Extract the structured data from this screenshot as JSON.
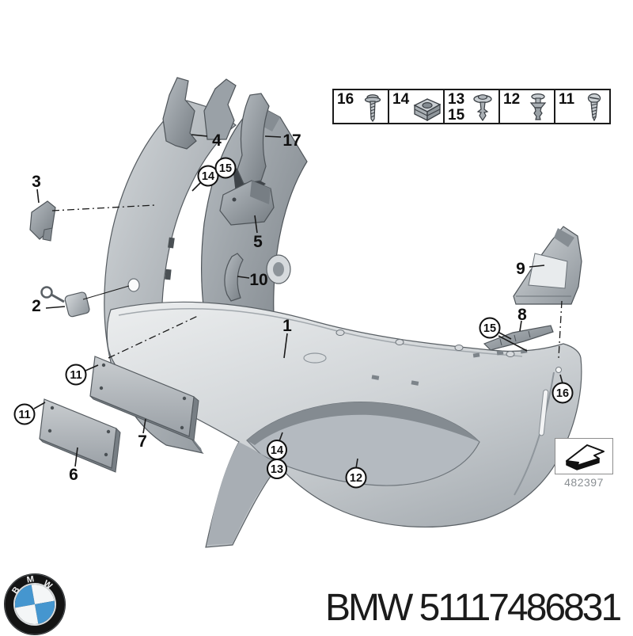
{
  "legend": {
    "items": [
      {
        "number": "16",
        "icon": "flange-screw"
      },
      {
        "number": "14",
        "icon": "cage-nut"
      },
      {
        "numbers": [
          "13",
          "15"
        ],
        "icon": "washer-rivet"
      },
      {
        "number": "12",
        "icon": "expansion-rivet"
      },
      {
        "number": "11",
        "icon": "tapping-screw"
      }
    ]
  },
  "diagram": {
    "callouts": {
      "plain": [
        "1",
        "2",
        "3",
        "4",
        "5",
        "6",
        "7",
        "8",
        "9",
        "10",
        "17"
      ],
      "circled": [
        "11",
        "11",
        "12",
        "13",
        "14",
        "14",
        "15",
        "15",
        "16"
      ]
    },
    "view_ref": "482397"
  },
  "footer": {
    "logo_letters": [
      "B",
      "M",
      "W"
    ],
    "part_label": "BMW 51117486831"
  },
  "colors": {
    "line": "#1a1a1a",
    "part_light": "#dcdfe1",
    "part_mid": "#a7adb3",
    "part_dark": "#6b7278",
    "roundel_blue": "#4596cf"
  }
}
